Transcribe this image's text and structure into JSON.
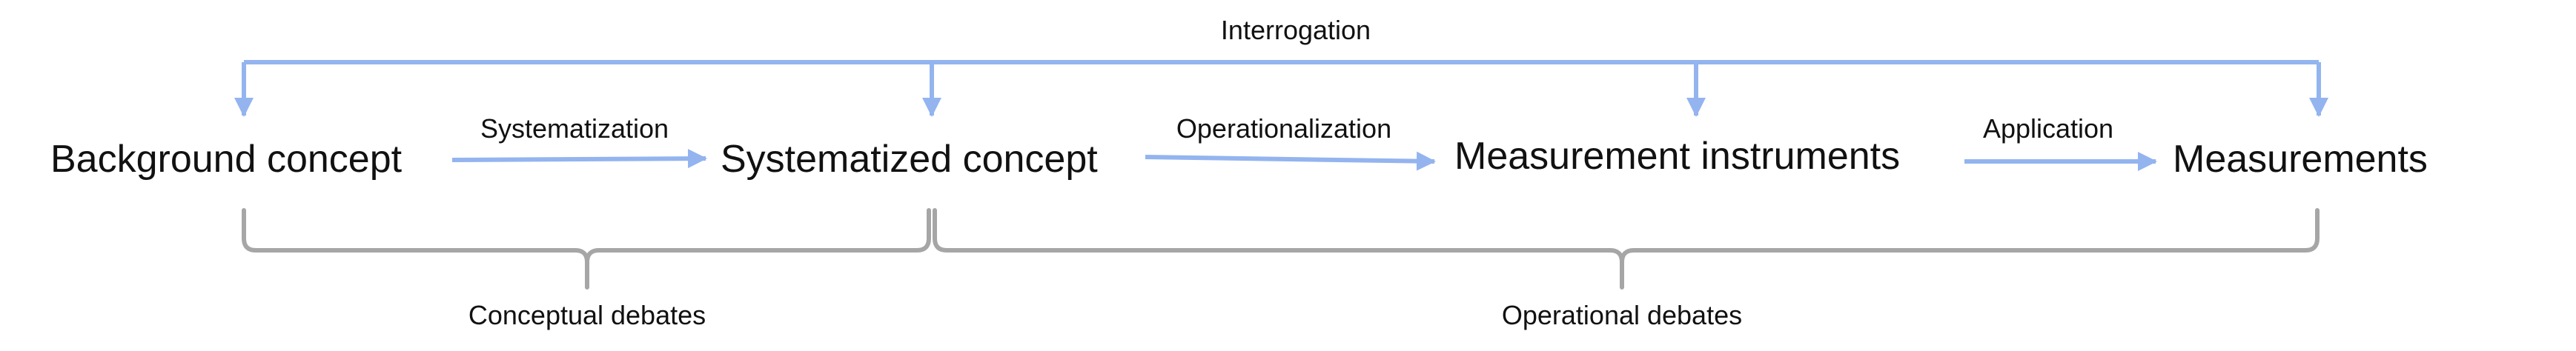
{
  "nodes": {
    "background": "Background concept",
    "systematized": "Systematized concept",
    "instruments": "Measurement instruments",
    "measurements": "Measurements"
  },
  "edges": {
    "systematization": "Systematization",
    "operationalization": "Operationalization",
    "application": "Application",
    "interrogation": "Interrogation"
  },
  "braces": {
    "conceptual": "Conceptual debates",
    "operational": "Operational debates"
  },
  "colors": {
    "arrow": "#93b4ef",
    "brace": "#a6a6a6",
    "text": "#111111"
  }
}
